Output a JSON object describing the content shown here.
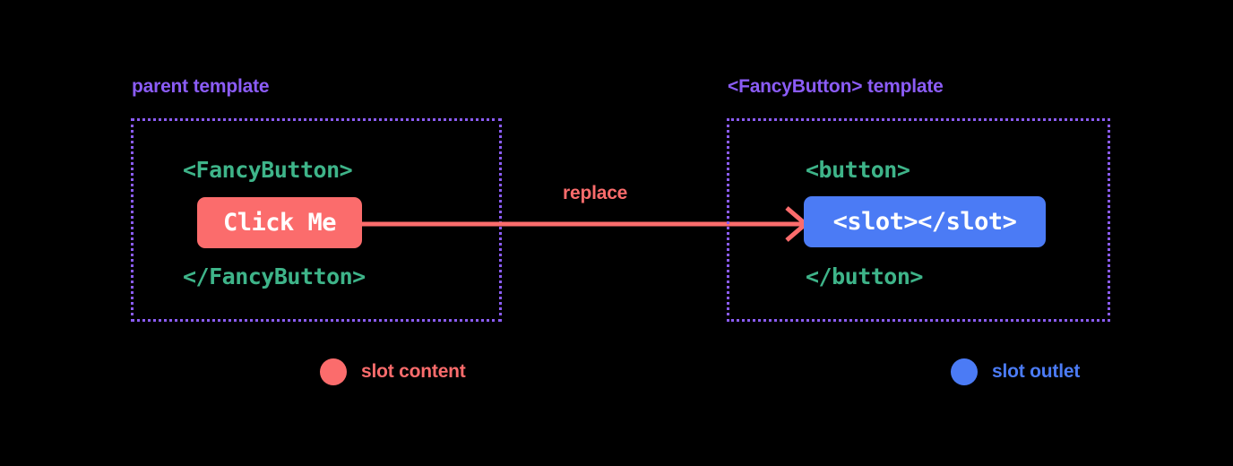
{
  "diagram": {
    "background_color": "#000000",
    "colors": {
      "purple": "#8B5CF6",
      "green": "#3EB489",
      "red": "#FB6C6C",
      "blue": "#4B7BF5",
      "white": "#FFFFFF"
    }
  },
  "panels": {
    "parent": {
      "caption": "parent template",
      "code_open": "<FancyButton>",
      "code_close": "</FancyButton>",
      "chip_label": "Click Me"
    },
    "fancy": {
      "caption": "<FancyButton> template",
      "code_open": "<button>",
      "code_close": "</button>",
      "chip_label": "<slot></slot>"
    }
  },
  "arrow": {
    "label": "replace",
    "icon": "arrow-right-icon",
    "color": "#FB6C6C"
  },
  "legend": [
    {
      "icon": "circle-icon",
      "label": "slot content",
      "color": "#FB6C6C"
    },
    {
      "icon": "circle-icon",
      "label": "slot outlet",
      "color": "#4B7BF5"
    }
  ]
}
